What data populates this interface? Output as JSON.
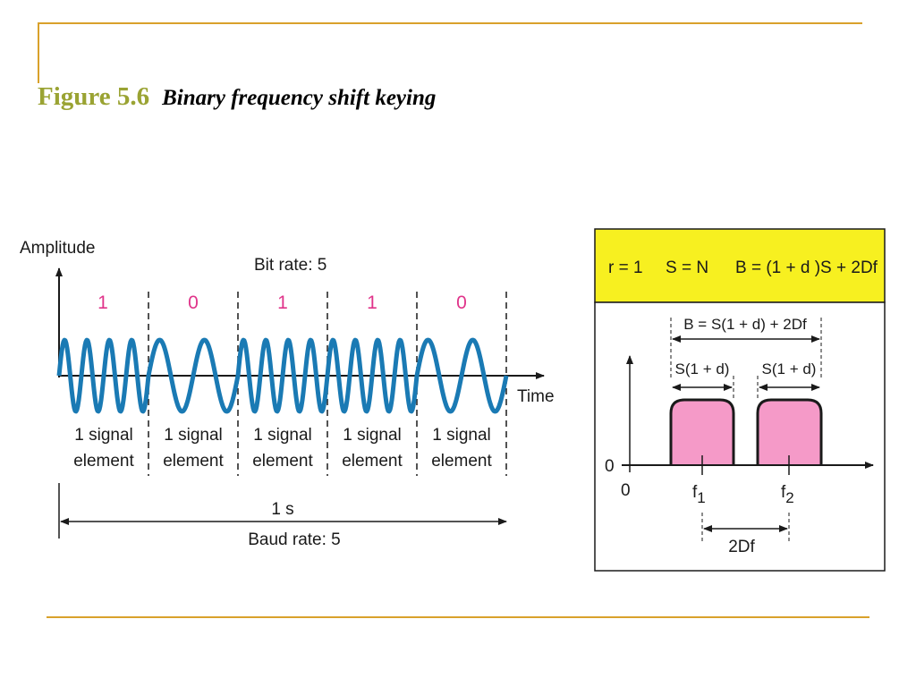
{
  "title": {
    "number": "Figure 5.6",
    "caption": "Binary frequency shift keying"
  },
  "left_diagram": {
    "y_axis_label": "Amplitude",
    "x_axis_label": "Time",
    "bit_rate": "Bit rate: 5",
    "baud_rate": "Baud rate: 5",
    "duration": "1 s",
    "bits": [
      "1",
      "0",
      "1",
      "1",
      "0"
    ],
    "element_line1": "1 signal",
    "element_line2": "element"
  },
  "right_diagram": {
    "header": {
      "r": "r = 1",
      "s": "S = N",
      "b": "B = (1 + d )S + 2Df"
    },
    "bandwidth_label": "B = S(1 + d) + 2Df",
    "band1_label": "S(1 + d)",
    "band2_label": "S(1 +  d)",
    "y_zero": "0",
    "x_zero": "0",
    "f1": "f",
    "f1_sub": "1",
    "f2": "f",
    "f2_sub": "2",
    "spacing_label": "2Df"
  },
  "colors": {
    "rule": "#d9a12b",
    "title_number": "#9aa333",
    "wave": "#1a7ab4",
    "bits": "#e0348a",
    "header_bg": "#f7f020",
    "band_fill": "#f59ac8"
  }
}
